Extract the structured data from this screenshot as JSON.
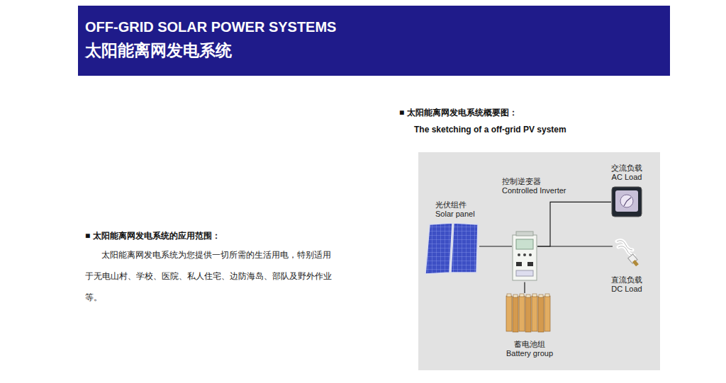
{
  "diagram": {
    "nodes": [
      {
        "text": [
          "OFF-GRID SOLAR POWER SYSTEMS",
          "太阳能离网发电系统"
        ]
      },
      {
        "text": [
          "光伏组件",
          "Solar panel"
        ]
      },
      {
        "text": [
          "控制逆变器",
          "Controlled Inverter"
        ]
      },
      {
        "text": [
          "交流负载",
          "AC Load"
        ]
      },
      {
        "text": [
          "直流负载",
          "DC Load"
        ]
      },
      {
        "text": [
          "蓄电池组",
          "Battery group"
        ]
      }
    ],
    "edges": [
      {
        "from": 1,
        "to": 2,
        "arrow": "none"
      },
      {
        "from": 2,
        "to": 3,
        "arrow": "none"
      },
      {
        "from": 2,
        "to": 4,
        "arrow": "none"
      },
      {
        "from": 2,
        "to": 5,
        "arrow": "none"
      }
    ],
    "labels": [
      "■ 太阳能离网发电系统的应用范围：",
      "太阳能离网发电系统为您提供一切所需的生活用电，特别适用于无电山村、学校、医院、私人住宅、边防海岛、部队及野外作业等。",
      "■ 太阳能离网发电系统概要图：",
      "The sketching of a off-grid PV system"
    ]
  }
}
